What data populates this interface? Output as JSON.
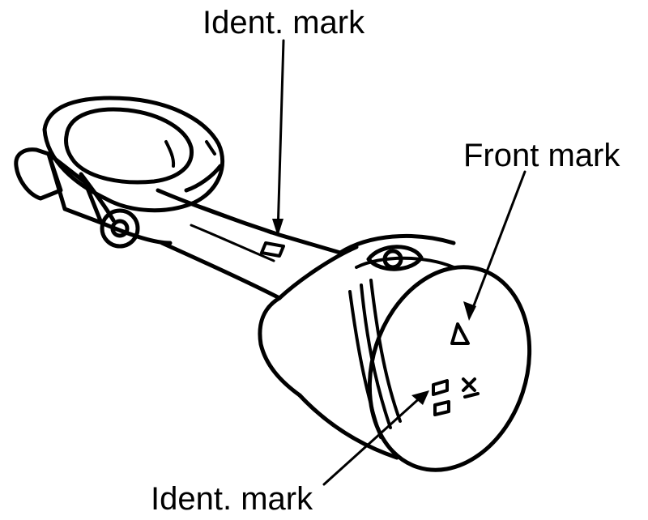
{
  "labels": {
    "ident_mark_rod": "Ident. mark",
    "front_mark": "Front mark",
    "ident_mark_piston": "Ident. mark"
  },
  "colors": {
    "ink": "#000000",
    "paper": "#ffffff"
  }
}
